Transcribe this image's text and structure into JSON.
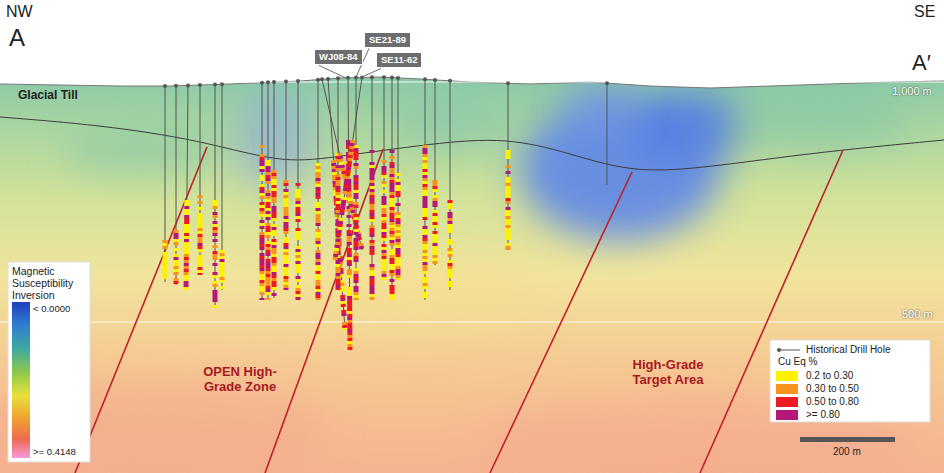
{
  "diagram": {
    "nodes": [
      {
        "text": [
          "WJ08-84"
        ]
      },
      {
        "text": [
          "SE21-89"
        ]
      },
      {
        "text": [
          "SE11-62"
        ]
      }
    ],
    "labels": [
      "NW",
      "SE",
      "A",
      "A′",
      "Glacial Till",
      "1,000 m",
      "500 m",
      "Magnetic Susceptibility Inversion",
      "< 0.0000",
      ">= 0.4148",
      "OPEN High-Grade Zone",
      "High-Grade Target Area",
      "Cu Eq %",
      "200 m"
    ],
    "legend": [
      {
        "text": "Historical Drill Hole"
      },
      {
        "text": "0.2 to 0.30",
        "color": "#fff200"
      },
      {
        "text": "0.30 to 0.50",
        "color": "#f7941d"
      },
      {
        "text": "0.50 to 0.80",
        "color": "#ed1c24"
      },
      {
        "text": ">= 0.80",
        "color": "#b5177b"
      }
    ]
  }
}
